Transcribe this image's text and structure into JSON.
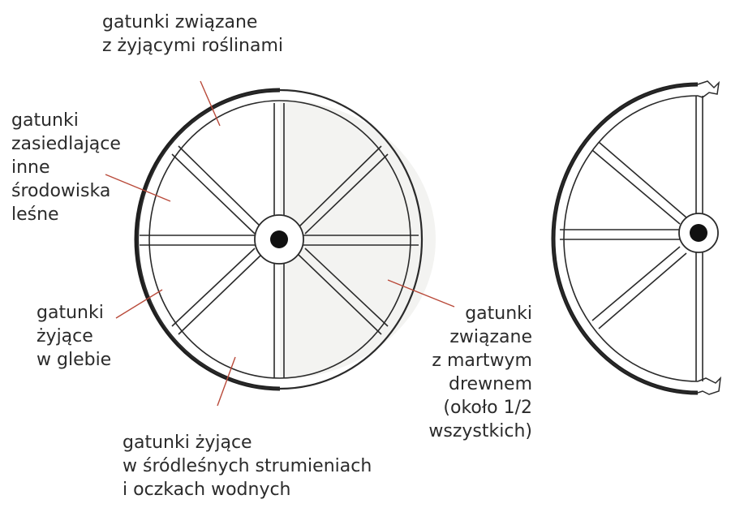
{
  "labels": {
    "living_plants": [
      "gatunki związane",
      "z żyjącymi roślinami"
    ],
    "other_forest": [
      "gatunki",
      "zasiedlające",
      "inne",
      "środowiska",
      "leśne"
    ],
    "soil": [
      "gatunki",
      "żyjące",
      "w glebie"
    ],
    "dead_wood": [
      "gatunki",
      "związane",
      "z martwym",
      "drewnem",
      "(około 1/2",
      "wszystkich)"
    ],
    "streams": [
      "gatunki żyjące",
      "w śródleśnych strumieniach",
      "i oczkach wodnych"
    ]
  },
  "colors": {
    "line": "#2a2a2a",
    "leader": "#b94a3a",
    "shade": "#f3f3f1"
  }
}
